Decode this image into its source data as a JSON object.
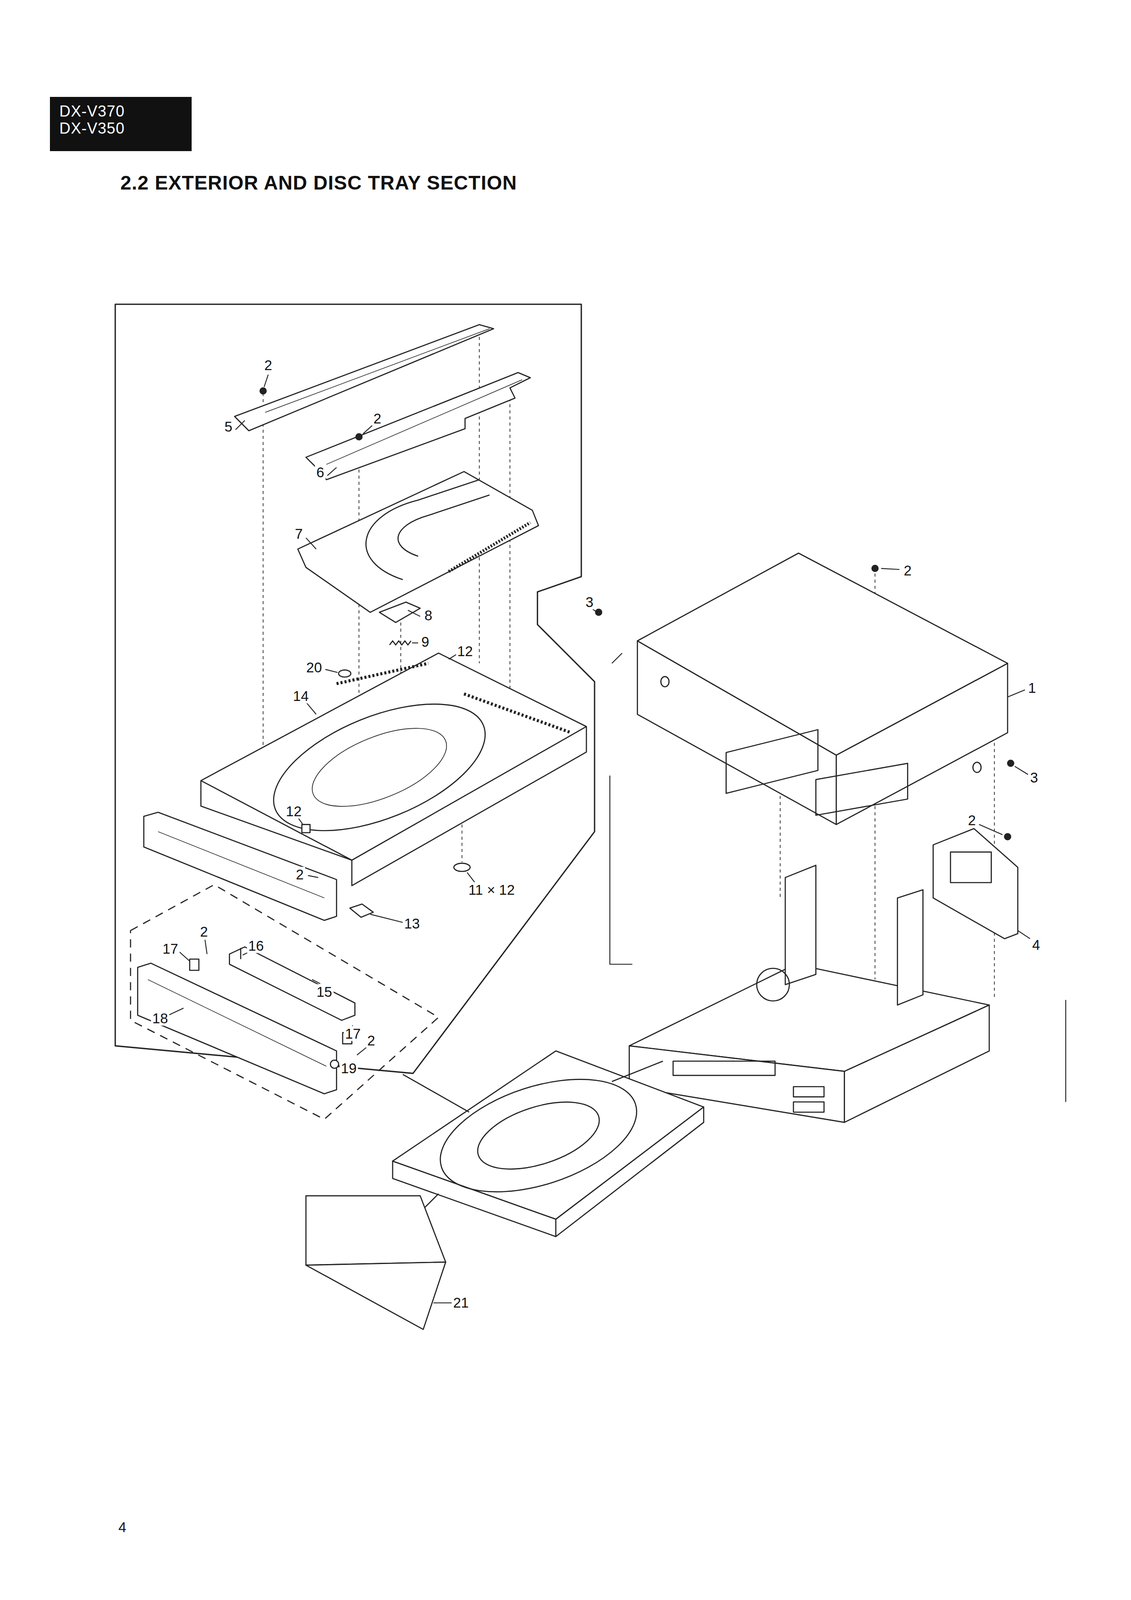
{
  "diagram": {
    "title": "2.2 EXTERIOR AND DISC TRAY SECTION",
    "nodes": [
      {
        "text": [
          "DX-V370 DX-V350"
        ]
      }
    ],
    "labels": [
      "2",
      "5",
      "2",
      "6",
      "7",
      "8",
      "9",
      "12",
      "20",
      "14",
      "12",
      "2",
      "11 × 12",
      "13",
      "2",
      "17",
      "16",
      "15",
      "18",
      "17",
      "2",
      "19",
      "2",
      "3",
      "1",
      "3",
      "2",
      "4",
      "21",
      "4"
    ]
  }
}
